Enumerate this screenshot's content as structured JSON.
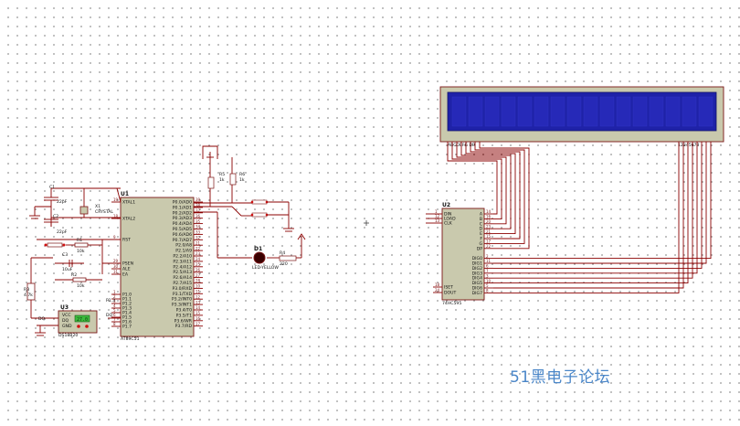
{
  "components": {
    "u1": {
      "ref": "U1",
      "part": "AT89C51",
      "left_pins": [
        "XTAL1",
        "XTAL2",
        "RST",
        "PSEN",
        "ALE",
        "EA",
        "P1.0",
        "P1.1",
        "P1.2",
        "P1.3",
        "P1.4",
        "P1.5",
        "P1.6",
        "P1.7"
      ],
      "left_nums": [
        "19",
        "18",
        "9",
        "29",
        "30",
        "31",
        "1",
        "2",
        "3",
        "4",
        "5",
        "6",
        "7",
        "8"
      ],
      "right_pins": [
        "P0.0/AD0",
        "P0.1/AD1",
        "P0.2/AD2",
        "P0.3/AD3",
        "P0.4/AD4",
        "P0.5/AD5",
        "P0.6/AD6",
        "P0.7/AD7",
        "P2.0/A8",
        "P2.1/A9",
        "P2.2/A10",
        "P2.3/A11",
        "P2.4/A12",
        "P2.5/A13",
        "P2.6/A14",
        "P2.7/A15",
        "P3.0/RXD",
        "P3.1/TXD",
        "P3.2/INT0",
        "P3.3/INT1",
        "P3.4/T0",
        "P3.5/T1",
        "P3.6/WR",
        "P3.7/RD"
      ],
      "right_nums": [
        "39",
        "38",
        "37",
        "36",
        "35",
        "34",
        "33",
        "32",
        "21",
        "22",
        "23",
        "24",
        "25",
        "26",
        "27",
        "28",
        "10",
        "11",
        "12",
        "13",
        "14",
        "15",
        "16",
        "17"
      ]
    },
    "u2": {
      "ref": "U2",
      "part": "74HC595",
      "left_pins": [
        "DIN",
        "LOAD",
        "CLK",
        "",
        "",
        "",
        "",
        "",
        "",
        "",
        "",
        "",
        "",
        "",
        "",
        "",
        "ISET",
        "DOUT"
      ],
      "left_nums": [
        "1",
        "12",
        "13",
        "",
        "",
        "",
        "",
        "",
        "",
        "",
        "",
        "",
        "",
        "",
        "",
        "",
        "18",
        "24"
      ],
      "right_pins": [
        "A",
        "B",
        "C",
        "D",
        "E",
        "F",
        "G",
        "DP",
        "",
        "DIG0",
        "DIG1",
        "DIG2",
        "DIG3",
        "DIG4",
        "DIG5",
        "DIG6",
        "DIG7"
      ],
      "right_nums": [
        "14",
        "16",
        "20",
        "23",
        "21",
        "15",
        "17",
        "22",
        "",
        "2",
        "11",
        "6",
        "7",
        "3",
        "10",
        "5",
        "8"
      ]
    },
    "u3": {
      "ref": "U3",
      "part": "DS18B20",
      "display": "27.0",
      "pins": [
        "VCC",
        "DQ",
        "GND"
      ]
    },
    "crystal": {
      "ref": "X1",
      "part": "CRYSTAL"
    },
    "c1": {
      "ref": "C1",
      "value": "22pF"
    },
    "c2": {
      "ref": "C2",
      "value": "22pF"
    },
    "c3": {
      "ref": "C3",
      "value": "10uF"
    },
    "r1": {
      "ref": "R1",
      "value": "10k"
    },
    "r2": {
      "ref": "R2",
      "value": "10k"
    },
    "r3": {
      "ref": "R3",
      "value": "4.7k"
    },
    "r4": {
      "ref": "R4",
      "value": "220"
    },
    "r5": {
      "ref": "R5",
      "value": "1k"
    },
    "r6": {
      "ref": "R6",
      "value": "1k"
    },
    "d1": {
      "ref": "D1",
      "part": "LED-YELLOW"
    },
    "lcd": {
      "left_label": "ABCDEFG DP",
      "right_label": "12345678"
    }
  },
  "nets": {
    "dq": "DQ",
    "p13": "P1.3"
  },
  "watermark": "51黑电子论坛",
  "colors": {
    "wire": "#8b0000",
    "chip": "#c9c9ad",
    "lcd": "#1f22a8",
    "watermark": "#4a86c8"
  }
}
